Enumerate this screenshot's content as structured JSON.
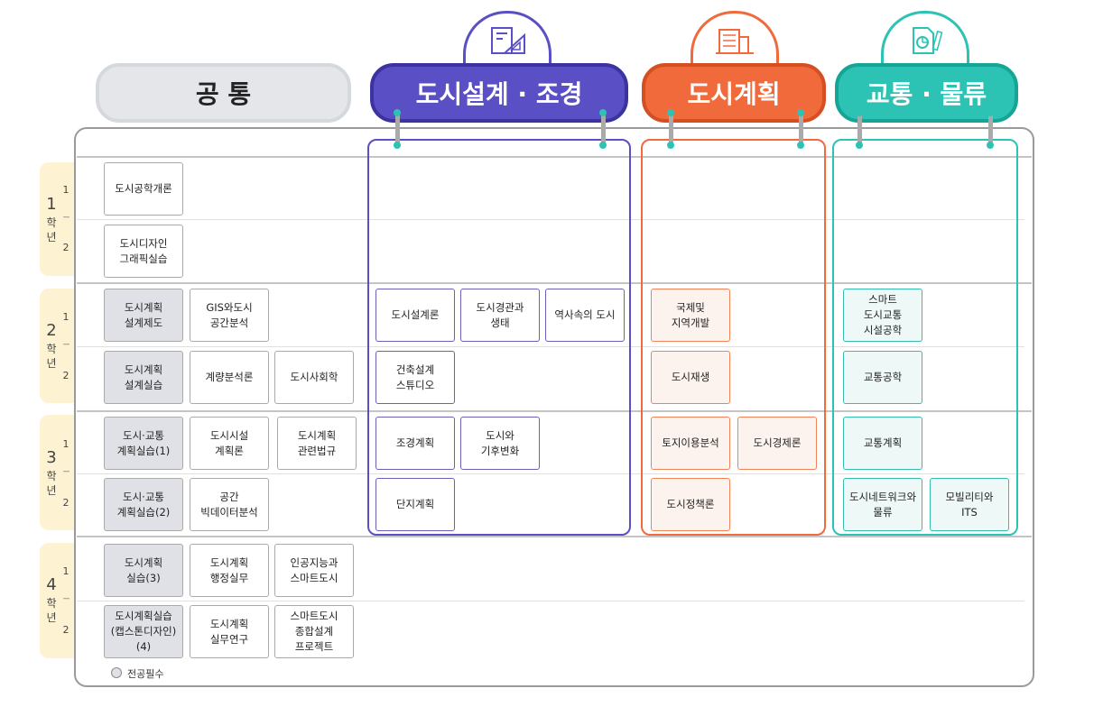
{
  "headers": {
    "common": "공 통",
    "design": "도시설계 · 조경",
    "planning": "도시계획",
    "transport": "교통 · 물류"
  },
  "colors": {
    "common_border": "#d5d8dc",
    "common_fill": "#e4e6ea",
    "design": "#5a4fc4",
    "planning": "#f06a3c",
    "transport": "#2cc3b4",
    "year_tab": "#fdf2d2",
    "required_fill": "#dfe1e6"
  },
  "icons": {
    "design": "ruler-triangle-icon",
    "planning": "building-icon",
    "transport": "document-icon"
  },
  "years": [
    {
      "num": "1",
      "c1": "학",
      "c2": "년"
    },
    {
      "num": "2",
      "c1": "학",
      "c2": "년"
    },
    {
      "num": "3",
      "c1": "학",
      "c2": "년"
    },
    {
      "num": "4",
      "c1": "학",
      "c2": "년"
    }
  ],
  "semesters": [
    "1",
    "2"
  ],
  "courses": {
    "common": [
      "도시공학개론",
      "도시디자인\n그래픽실습",
      "도시계획\n설계제도",
      "GIS와도시\n공간분석",
      "도시계획\n설계실습",
      "계량분석론",
      "도시사회학",
      "도시·교통\n계획실습(1)",
      "도시시설\n계획론",
      "도시계획\n관련법규",
      "도시·교통\n계획실습(2)",
      "공간\n빅데이터분석",
      "도시계획\n실습(3)",
      "도시계획\n행정실무",
      "인공지능과\n스마트도시",
      "도시계획실습\n(캡스톤디자인)\n(4)",
      "도시계획\n실무연구",
      "스마트도시\n종합설계\n프로젝트"
    ],
    "design": [
      "도시설계론",
      "도시경관과\n생태",
      "역사속의 도시",
      "건축설계\n스튜디오",
      "조경계획",
      "도시와\n기후변화",
      "단지계획"
    ],
    "planning": [
      "국제및\n지역개발",
      "도시재생",
      "토지이용분석",
      "도시경제론",
      "도시정책론"
    ],
    "transport": [
      "스마트\n도시교통\n시설공학",
      "교통공학",
      "교통계획",
      "도시네트워크와\n물류",
      "모빌리티와\nITS"
    ]
  },
  "legend": {
    "label": "전공필수"
  }
}
